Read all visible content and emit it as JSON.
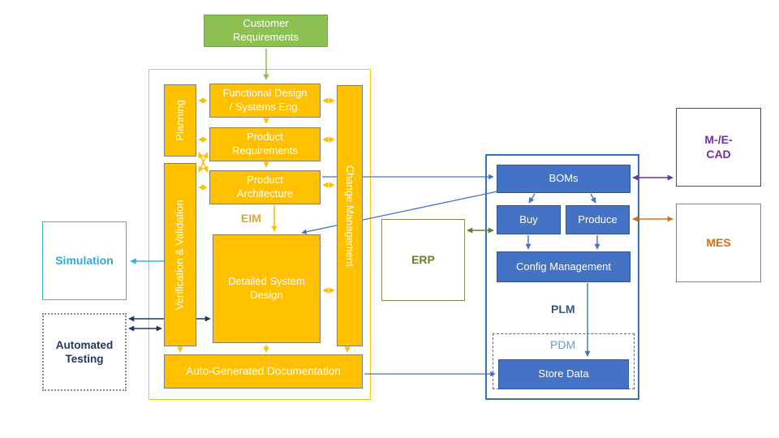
{
  "diagram_title": "Systems engineering / PLM data flow diagram",
  "nodes": {
    "customer_requirements": {
      "label": "Customer\nRequirements"
    },
    "planning": {
      "label": "Planning"
    },
    "functional_design": {
      "label": "Functional Design\n/ Systems Eng."
    },
    "product_requirements": {
      "label": "Product\nRequirements"
    },
    "product_architecture": {
      "label": "Product\nArchitecture"
    },
    "eim": {
      "label": "EIM"
    },
    "verification_validation": {
      "label": "Verification & Validation"
    },
    "change_management": {
      "label": "Change Management"
    },
    "detailed_system_design": {
      "label": "Detailed System\nDesign"
    },
    "auto_generated_documentation": {
      "label": "Auto-Generated Documentation"
    },
    "simulation": {
      "label": "Simulation"
    },
    "automated_testing": {
      "label": "Automated\nTesting"
    },
    "boms": {
      "label": "BOMs"
    },
    "buy": {
      "label": "Buy"
    },
    "produce": {
      "label": "Produce"
    },
    "config_management": {
      "label": "Config Management"
    },
    "plm": {
      "label": "PLM"
    },
    "pdm": {
      "label": "PDM"
    },
    "store_data": {
      "label": "Store Data"
    },
    "erp": {
      "label": "ERP"
    },
    "mecad": {
      "label": "M-/E-\nCAD"
    },
    "mes": {
      "label": "MES"
    }
  },
  "colors": {
    "process_yellow": "#FFC000",
    "process_border_gray": "#7F7F7F",
    "requirements_green": "#8CC152",
    "plm_blue_fill": "#4472C4",
    "plm_blue_border": "#2E75B6",
    "plm_text_dark_blue": "#2F5597",
    "pdm_text_blue": "#5B9BD5",
    "eim_orange": "#E9A13B",
    "simulation_cyan": "#33B5E5",
    "testing_navy": "#1F3864",
    "erp_olive": "#6B7B2F",
    "cad_purple": "#7030A0",
    "mes_orange": "#E36C09"
  }
}
